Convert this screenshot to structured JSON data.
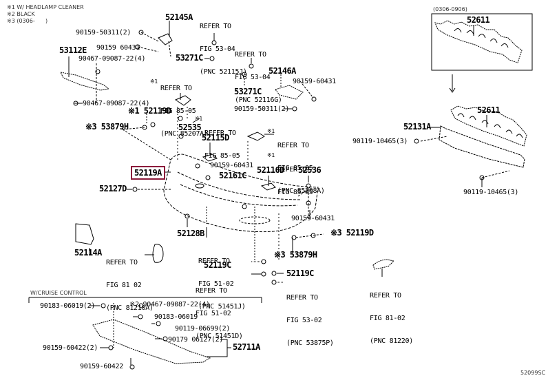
{
  "legend": {
    "notes": [
      "※1 W/ HEADLAMP CLEANER",
      "※2 BLACK",
      "※3 (0306-      )"
    ]
  },
  "highlighted_part": "52119A",
  "figure_code": "52099SC",
  "inset": {
    "date_range": "(0306-0906)",
    "part": "52611"
  },
  "parts": {
    "p52145A": "52145A",
    "p90159_50311_2a": "90159-50311(2)",
    "p90159_60431_a": "90159 60431",
    "p53112E": "53112E",
    "p90467_22_4a": "90467-09087-22(4)",
    "p90467_22_4b": "90467-09087-22(4)",
    "p53271C_a": "53271C",
    "p53271C_b": "53271C",
    "p52146A": "52146A",
    "p90159_60431_b": "90159-60431",
    "p90159_50311_2b": "90159-50311(2)",
    "p52119D_a": "※1 52119D",
    "p53879H_a": "※3 53879H",
    "p52535": "52535",
    "p52115D": "52115D",
    "p90159_60431_c": "90159-60431",
    "p52161C": "52161C",
    "p52116D": "52116D",
    "p52536": "52536",
    "p52127D": "52127D",
    "p52128B": "52128B",
    "p90159_60431_d": "90159-60431",
    "p52119D_b": "※3 52119D",
    "p53879H_b": "※3 53879H",
    "p52114A": "52114A",
    "p52119C_a": "52119C",
    "p52119C_b": "52119C",
    "p52131A": "52131A",
    "p52611": "52611",
    "p90119_10465_3a": "90119-10465(3)",
    "p90119_10465_3b": "90119-10465(3)"
  },
  "references": {
    "r1": {
      "prefix": "",
      "lines": [
        "REFER TO",
        "FIG 53-04",
        "(PNC 52115J)"
      ]
    },
    "r2": {
      "prefix": "",
      "lines": [
        "REFER TO",
        "FIG 53-04",
        "(PNC 52116G)"
      ]
    },
    "r3": {
      "prefix": "※1",
      "lines": [
        "REFER TO",
        "FIG 85-05",
        "(PNC 85207A)"
      ]
    },
    "r4": {
      "prefix": "※1",
      "lines": [
        "REFER TO",
        "FIG 85-05"
      ]
    },
    "r5": {
      "prefix": "※1",
      "lines": [
        "REFER TO",
        "FIG 85-05",
        "(PNC 85208A)"
      ]
    },
    "r6": {
      "prefix": "※1",
      "lines": [
        "REFER TO",
        "FIG 85-05"
      ]
    },
    "r7": {
      "prefix": "",
      "lines": [
        "REFER TO",
        "FIG 81 02",
        "(PNC 81210A)"
      ]
    },
    "r8": {
      "prefix": "",
      "lines": [
        "REFER TO",
        "FIG 51-02",
        "(PNC 51451J)"
      ]
    },
    "r9": {
      "prefix": "",
      "lines": [
        "REFER TO",
        "FIG 51-02",
        "(PNC 51451D)"
      ]
    },
    "r10": {
      "prefix": "",
      "lines": [
        "REFER TO",
        "FIG 53-02",
        "(PNC 53875P)"
      ]
    },
    "r11": {
      "prefix": "",
      "lines": [
        "REFER TO",
        "FIG 81-02",
        "(PNC 81220)"
      ]
    }
  },
  "cruise_section": {
    "title": "W/CRUISE CONTROL",
    "parts": {
      "c1": "90183-06019(2)",
      "c2": "※2 90467-09087-22(4)",
      "c3": "90183-06019",
      "c4": "90119-06699(2)",
      "c5": "90179 06127(2)",
      "c6": "52711A",
      "c7": "90159-60422(2)",
      "c8": "90159-60422"
    }
  },
  "colors": {
    "highlight": "#8b1a3a",
    "ink": "#000000"
  }
}
